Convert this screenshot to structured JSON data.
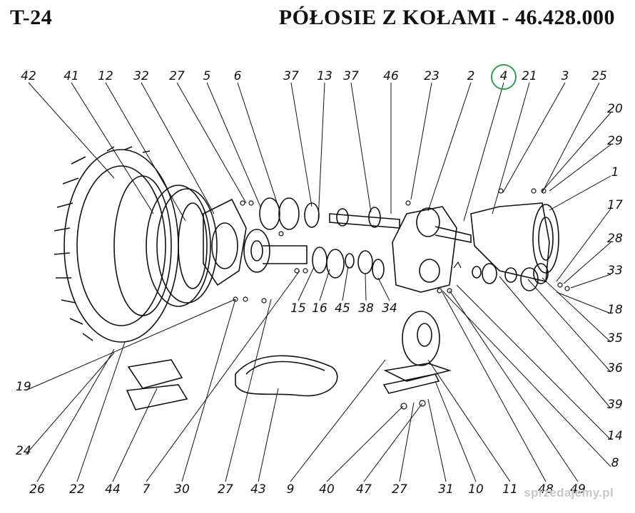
{
  "header": {
    "model": "T-24",
    "title": "PÓŁOSIE Z KOŁAMI - 46.428.000"
  },
  "callouts": {
    "top": [
      "42",
      "41",
      "12",
      "32",
      "27",
      "5",
      "6",
      "37",
      "13",
      "37",
      "46",
      "23",
      "2",
      "4",
      "21",
      "3",
      "25"
    ],
    "right": [
      "20",
      "29",
      "1",
      "17",
      "28",
      "33",
      "18",
      "35",
      "36",
      "39",
      "14",
      "8"
    ],
    "bottom": [
      "26",
      "22",
      "44",
      "7",
      "30",
      "27",
      "43",
      "9",
      "40",
      "47",
      "27",
      "31",
      "10",
      "11",
      "48",
      "49"
    ],
    "middle": [
      "15",
      "16",
      "45",
      "38",
      "34"
    ],
    "left": [
      "19",
      "24"
    ]
  },
  "highlighted_callout": "4",
  "watermark": "sprzedajemy.pl",
  "colors": {
    "ink": "#111111",
    "highlight": "#2e9e4a",
    "watermark": "#c8c8c8"
  }
}
